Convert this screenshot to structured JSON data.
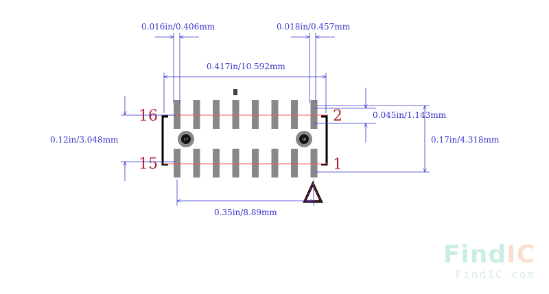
{
  "dimensions": {
    "pad_width": "0.016in/0.406mm",
    "pad_gap": "0.018in/0.457mm",
    "overall_width": "0.417in/10.592mm",
    "row_pitch": "0.045in/1.143mm",
    "pad_length": "0.12in/3.048mm",
    "overall_height": "0.17in/4.318mm",
    "pad_span": "0.35in/8.89mm"
  },
  "pins": {
    "top_left": "16",
    "top_right": "2",
    "bottom_left": "15",
    "bottom_right": "1"
  },
  "holes": {
    "left": "17",
    "right": "18"
  },
  "colors": {
    "dimension": "#3333cc",
    "pad": "#888888",
    "pin_label": "#b0243a",
    "trace": "#ff5555",
    "outline": "#000000"
  },
  "watermark": {
    "logo_part1": "Find",
    "logo_part2": "IC",
    "url": "FindIC.com"
  }
}
